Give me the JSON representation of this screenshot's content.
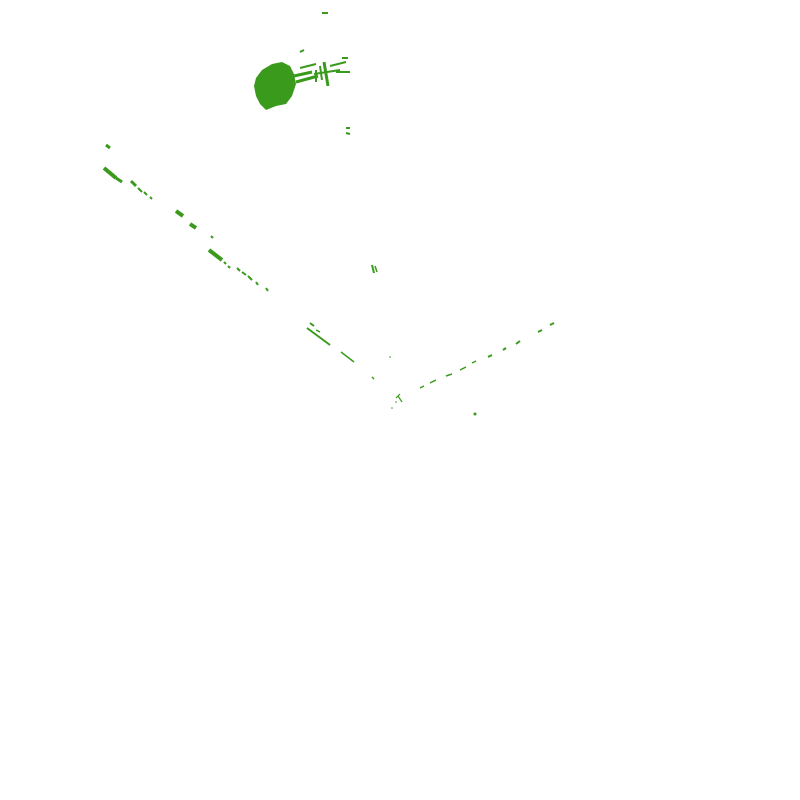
{
  "view": {
    "background_color": "#ffffff",
    "point_color": "#3a9a1c"
  },
  "layers": [
    {
      "name": "tree-canopy-cluster",
      "kind": "point-cloud-cluster"
    },
    {
      "name": "diagonal-scan-line",
      "kind": "point-cloud-line"
    },
    {
      "name": "right-scan-line",
      "kind": "point-cloud-line"
    },
    {
      "name": "scattered-points",
      "kind": "point-cloud-scatter"
    }
  ]
}
